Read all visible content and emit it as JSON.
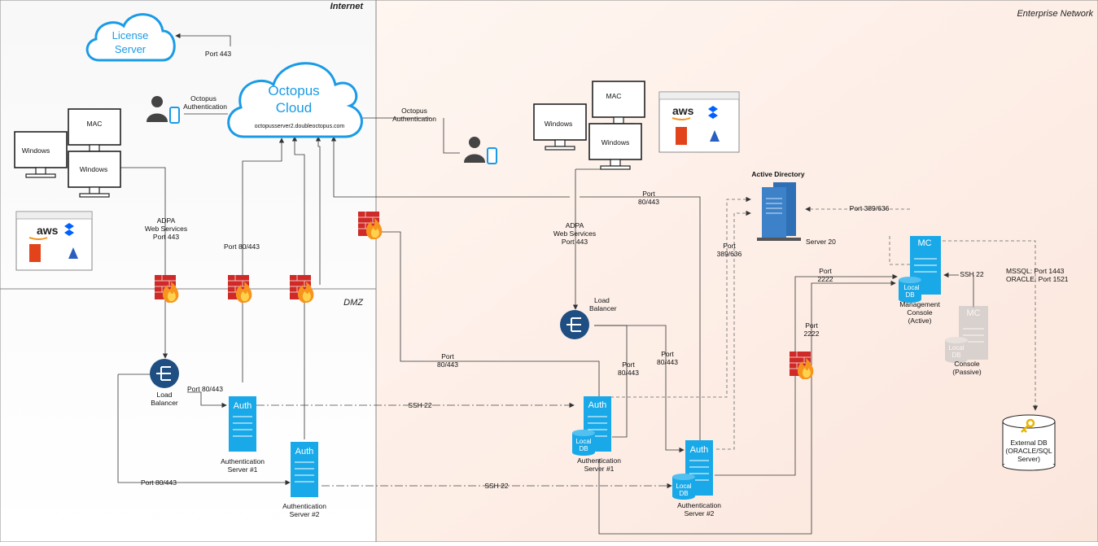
{
  "zones": {
    "internet": "Internet",
    "enterprise": "Enterprise  Network",
    "dmz": "DMZ"
  },
  "clouds": {
    "octopus_line1": "Octopus",
    "octopus_line2": "Cloud",
    "octopus_host": "octopusserver2.doubleoctopus.com",
    "license_line1": "License",
    "license_line2": "Server"
  },
  "labels": {
    "port443": "Port 443",
    "octo_auth_left_1": "Octopus",
    "octo_auth_left_2": "Authentication",
    "octo_auth_right_1": "Octopus",
    "octo_auth_right_2": "Authentication",
    "adpa_left_1": "ADPA",
    "adpa_left_2": "Web Services",
    "adpa_left_3": "Port 443",
    "adpa_right_1": "ADPA",
    "adpa_right_2": "Web Services",
    "adpa_right_3": "Port 443",
    "port80443_dmz": "Port 80/443",
    "port80443_lb": "Port 80/443",
    "port80443_bottom": "Port 80/443",
    "port_80443_top_1": "Port",
    "port_80443_top_2": "80/443",
    "port_80443_mid_1": "Port",
    "port_80443_mid_2": "80/443",
    "port_80443_e1_1": "Port",
    "port_80443_e1_2": "80/443",
    "port_80443_e2_1": "Port",
    "port_80443_e2_2": "80/443",
    "ssh22_upper": "SSH 22",
    "ssh22_lower": "SSH 22",
    "ssh22_mc": "SSH 22",
    "port389636_a": "Port 389/636",
    "port389636_b_1": "Port",
    "port389636_b_2": "389/636",
    "port2222_a_1": "Port",
    "port2222_a_2": "2222",
    "port2222_b_1": "Port",
    "port2222_b_2": "2222",
    "mssql": "MSSQL:  Port 1443",
    "oracle": "ORACLE: Port 1521",
    "active_directory": "Active Directory",
    "server20": "Server 20"
  },
  "nodes": {
    "mac": "MAC",
    "windows": "Windows",
    "lb_1": "Load",
    "lb_2": "Balancer",
    "auth": "Auth",
    "mc": "MC",
    "local": "Local",
    "db": "DB",
    "dmz_auth1_1": "Authentication",
    "dmz_auth1_2": "Server #1",
    "dmz_auth2_1": "Authentication",
    "dmz_auth2_2": "Server #2",
    "ent_auth1_1": "Authentication",
    "ent_auth1_2": "Server #1",
    "ent_auth2_1": "Authentication",
    "ent_auth2_2": "Server #2",
    "mc_active_1": "Management",
    "mc_active_2": "Console",
    "mc_active_3": "(Active)",
    "mc_passive_1": "Console",
    "mc_passive_2": "(Passive)",
    "ext_db_1": "External DB",
    "ext_db_2": "(ORACLE/SQL",
    "ext_db_3": "Server)"
  },
  "app_logos": {
    "aws": "aws"
  },
  "colors": {
    "accent": "#1a9be6",
    "server": "#1aa9e8",
    "firewall": "#d42a2a",
    "lb": "#1f4f82",
    "enterprise_bg": "#fdf0ea"
  }
}
